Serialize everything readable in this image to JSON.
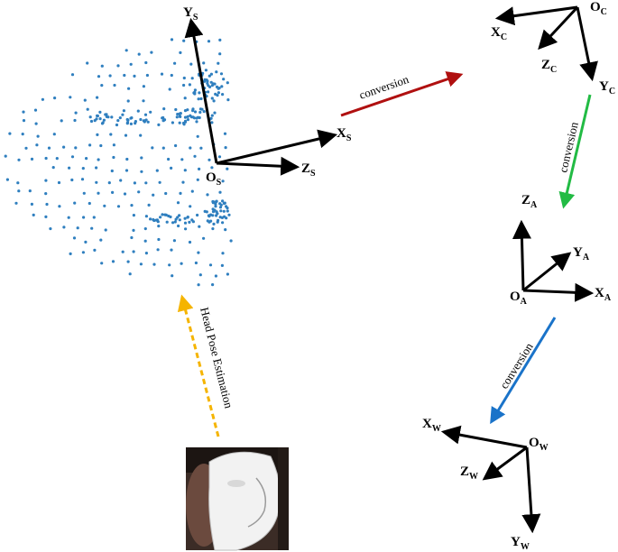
{
  "colors": {
    "axis": "#000000",
    "points": "#2f7fbf",
    "arrow_red": "#b01010",
    "arrow_green": "#22bb44",
    "arrow_blue": "#1a73c9",
    "arrow_orange": "#f5b400"
  },
  "frames": {
    "s": {
      "x": "X",
      "y": "Y",
      "z": "Z",
      "o": "O",
      "sub": "S"
    },
    "c": {
      "x": "X",
      "y": "Y",
      "z": "Z",
      "o": "O",
      "sub": "C"
    },
    "a": {
      "x": "X",
      "y": "Y",
      "z": "Z",
      "o": "O",
      "sub": "A"
    },
    "w": {
      "x": "X",
      "y": "Y",
      "z": "Z",
      "o": "O",
      "sub": "W"
    }
  },
  "links": {
    "s_to_c": "conversion",
    "c_to_a": "conversion",
    "a_to_w": "conversion",
    "face_to_s": "Head Pose Estimation"
  }
}
